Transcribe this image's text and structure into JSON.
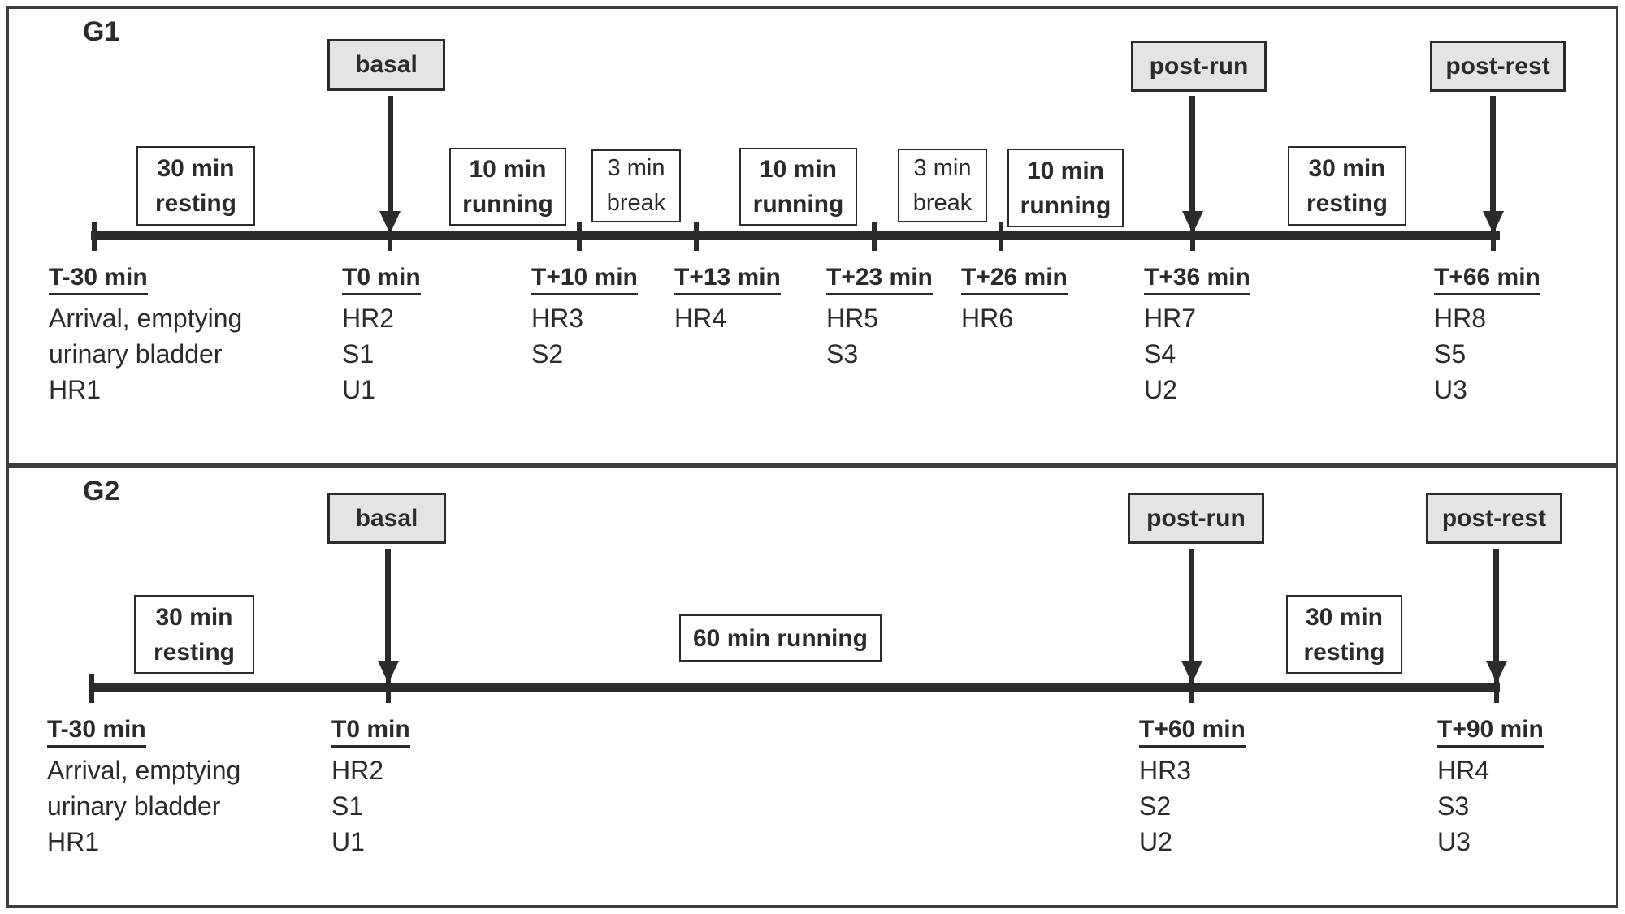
{
  "colors": {
    "ink": "#2b2b2b",
    "panel_border": "#3d3d3d",
    "gray_box_fill": "#e4e4e4",
    "white_box_fill": "#ffffff"
  },
  "g1": {
    "group_label": "G1",
    "gray_boxes": [
      {
        "label": "basal"
      },
      {
        "label": "post-run"
      },
      {
        "label": "post-rest"
      }
    ],
    "phase_boxes": [
      {
        "line1": "30 min",
        "line2": "resting"
      },
      {
        "line1": "10 min",
        "line2": "running"
      },
      {
        "line1": "3 min",
        "line2": "break"
      },
      {
        "line1": "10 min",
        "line2": "running"
      },
      {
        "line1": "3 min",
        "line2": "break"
      },
      {
        "line1": "10 min",
        "line2": "running"
      },
      {
        "line1": "30 min",
        "line2": "resting"
      }
    ],
    "timepoints": [
      {
        "time": "T-30 min",
        "items": [
          "Arrival, emptying",
          "urinary bladder",
          "HR1"
        ]
      },
      {
        "time": "T0 min",
        "items": [
          "HR2",
          "S1",
          "U1"
        ]
      },
      {
        "time": "T+10 min",
        "items": [
          "HR3",
          "S2"
        ]
      },
      {
        "time": "T+13 min",
        "items": [
          "HR4"
        ]
      },
      {
        "time": "T+23 min",
        "items": [
          "HR5",
          "S3"
        ]
      },
      {
        "time": "T+26 min",
        "items": [
          "HR6"
        ]
      },
      {
        "time": "T+36 min",
        "items": [
          "HR7",
          "S4",
          "U2"
        ]
      },
      {
        "time": "T+66 min",
        "items": [
          "HR8",
          "S5",
          "U3"
        ]
      }
    ]
  },
  "g2": {
    "group_label": "G2",
    "gray_boxes": [
      {
        "label": "basal"
      },
      {
        "label": "post-run"
      },
      {
        "label": "post-rest"
      }
    ],
    "phase_boxes": [
      {
        "line1": "30 min",
        "line2": "resting"
      },
      {
        "line1": "60 min running",
        "line2": ""
      },
      {
        "line1": "30 min",
        "line2": "resting"
      }
    ],
    "timepoints": [
      {
        "time": "T-30 min",
        "items": [
          "Arrival, emptying",
          "urinary bladder",
          "HR1"
        ]
      },
      {
        "time": "T0 min",
        "items": [
          "HR2",
          "S1",
          "U1"
        ]
      },
      {
        "time": "T+60 min",
        "items": [
          "HR3",
          "S2",
          "U2"
        ]
      },
      {
        "time": "T+90 min",
        "items": [
          "HR4",
          "S3",
          "U3"
        ]
      }
    ]
  }
}
